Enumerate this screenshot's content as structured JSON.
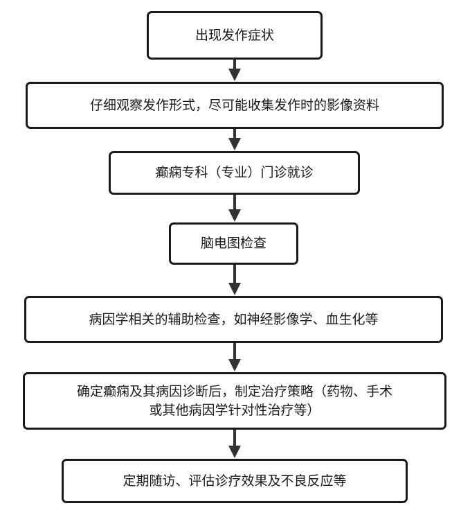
{
  "flowchart": {
    "steps": [
      {
        "text": "出现发作症状"
      },
      {
        "text": "仔细观察发作形式，尽可能收集发作时的影像资料"
      },
      {
        "text": "癫痫专科（专业）门诊就诊"
      },
      {
        "text": "脑电图检查"
      },
      {
        "text": "病因学相关的辅助检查，如神经影像学、血生化等"
      },
      {
        "text_line1": "确定癫痫及其病因诊断后，制定治疗策略（药物、手术",
        "text_line2": "或其他病因学针对性治疗等）"
      },
      {
        "text": "定期随访、评估诊疗效果及不良反应等"
      }
    ]
  }
}
